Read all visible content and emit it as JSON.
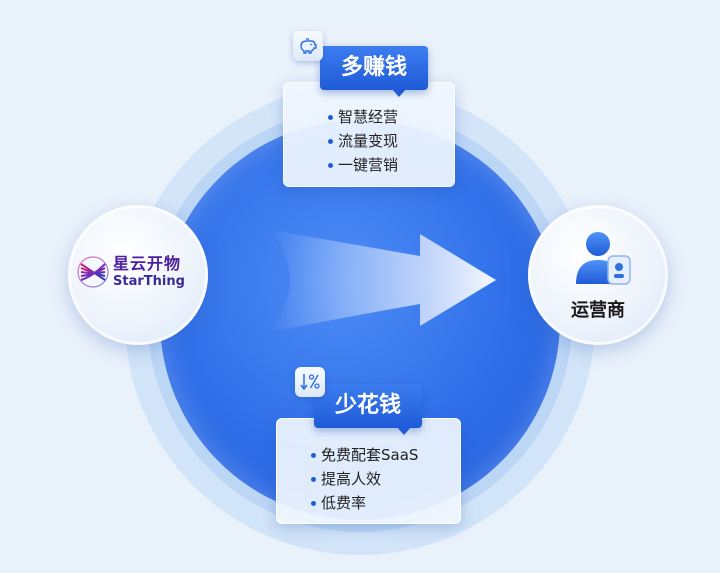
{
  "source": {
    "logo_cn": "星云开物",
    "logo_en": "StarThing",
    "logo_icon": "starthing-logo-icon"
  },
  "target": {
    "label": "运营商",
    "icon": "user-profile-icon"
  },
  "earn_more": {
    "title": "多赚钱",
    "icon": "piggy-bank-icon",
    "items": [
      "智慧经营",
      "流量变现",
      "一键营销"
    ]
  },
  "spend_less": {
    "title": "少花钱",
    "icon": "percent-down-icon",
    "items": [
      "免费配套SaaS",
      "提高人效",
      "低费率"
    ]
  },
  "colors": {
    "primary_blue": "#2f6ee8",
    "logo_purple": "#4a1e9e"
  }
}
